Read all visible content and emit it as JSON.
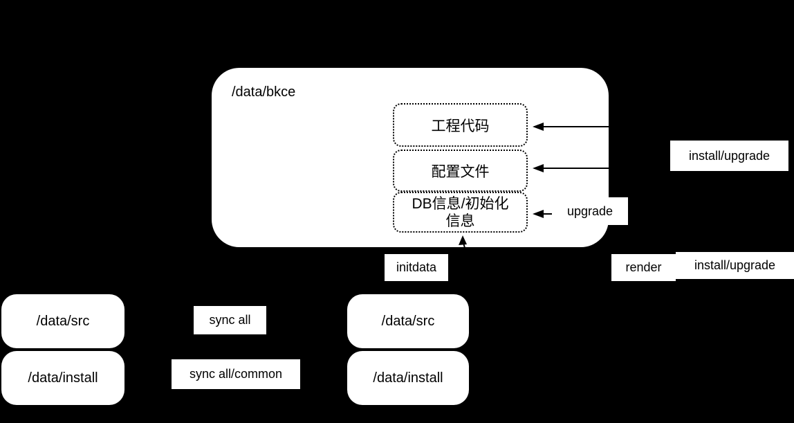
{
  "colors": {
    "background": "#000000",
    "surface": "#ffffff",
    "line": "#000000"
  },
  "bkce_box": {
    "title": "/data/bkce",
    "modules": [
      {
        "label": "工程代码"
      },
      {
        "label": "配置文件"
      },
      {
        "label": "DB信息/初始化信息"
      }
    ]
  },
  "annotations": {
    "install_upgrade_right": "install/upgrade",
    "upgrade": "upgrade",
    "initdata": "initdata",
    "render": "render",
    "install_upgrade_bottom": "install/upgrade",
    "sync_all": "sync all",
    "sync_all_common": "sync all/common"
  },
  "directories": {
    "left": [
      "/data/src",
      "/data/install"
    ],
    "center": [
      "/data/src",
      "/data/install"
    ]
  }
}
